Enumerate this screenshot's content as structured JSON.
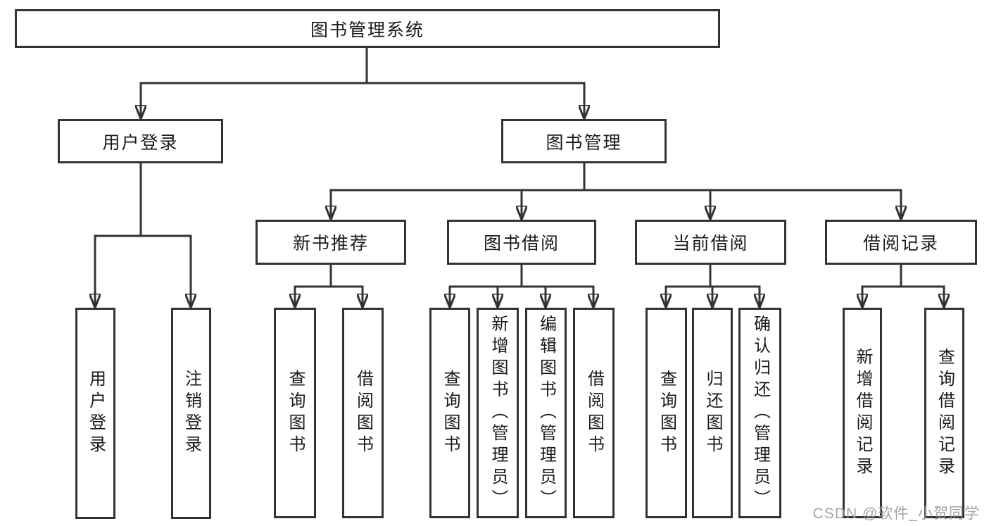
{
  "colors": {
    "line": "#333333",
    "text": "#1a1a1a",
    "watermark": "#9a9a9a",
    "background": "#ffffff"
  },
  "tree": {
    "root": {
      "label": "图书管理系统"
    },
    "children": [
      {
        "label": "用户登录",
        "children": [
          {
            "label": "用户登录"
          },
          {
            "label": "注销登录"
          }
        ]
      },
      {
        "label": "图书管理",
        "children": [
          {
            "label": "新书推荐",
            "children": [
              {
                "label": "查询图书"
              },
              {
                "label": "借阅图书"
              }
            ]
          },
          {
            "label": "图书借阅",
            "children": [
              {
                "label": "查询图书"
              },
              {
                "label": "新增图书（管理员）"
              },
              {
                "label": "编辑图书（管理员）"
              },
              {
                "label": "借阅图书"
              }
            ]
          },
          {
            "label": "当前借阅",
            "children": [
              {
                "label": "查询图书"
              },
              {
                "label": "归还图书"
              },
              {
                "label": "确认归还（管理员）"
              }
            ]
          },
          {
            "label": "借阅记录",
            "children": [
              {
                "label": "新增借阅记录"
              },
              {
                "label": "查询借阅记录"
              }
            ]
          }
        ]
      }
    ]
  },
  "watermark": {
    "text": "CSDN @软件_小贺同学"
  }
}
